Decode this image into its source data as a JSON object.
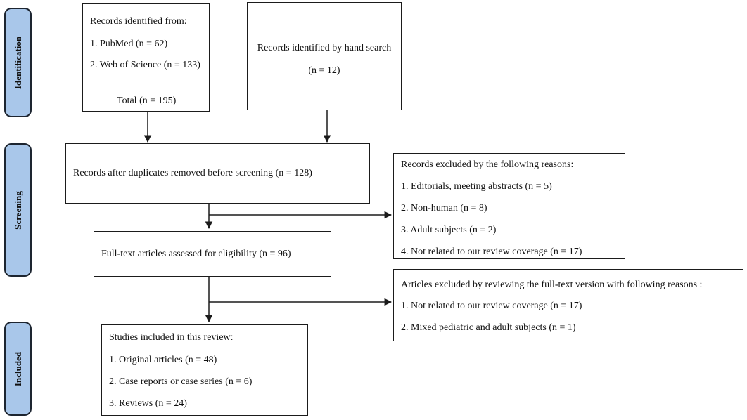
{
  "phases": {
    "identification": "Identification",
    "screening": "Screening",
    "included": "Included"
  },
  "boxes": {
    "databases": {
      "title": "Records identified from:",
      "item1": "1. PubMed (n = 62)",
      "item2": "2. Web of Science (n = 133)",
      "total": "Total (n = 195)"
    },
    "hand_search": {
      "title": "Records identified by hand search",
      "count": "(n = 12)"
    },
    "after_duplicates": {
      "text": "Records after duplicates removed before screening (n = 128)"
    },
    "excluded_screening": {
      "title": "Records excluded by the following reasons:",
      "item1": "1. Editorials, meeting abstracts (n = 5)",
      "item2": "2. Non-human (n = 8)",
      "item3": "3. Adult subjects (n = 2)",
      "item4": "4. Not related to our review coverage (n = 17)"
    },
    "full_text": {
      "text": "Full-text articles assessed for eligibility (n = 96)"
    },
    "excluded_full_text": {
      "title": "Articles excluded by reviewing the full-text version with following reasons :",
      "item1": "1. Not related to our review coverage (n = 17)",
      "item2": "2. Mixed pediatric and adult subjects (n = 1)"
    },
    "included": {
      "title": "Studies included in this review:",
      "item1": "1. Original articles (n = 48)",
      "item2": "2. Case reports or case series (n = 6)",
      "item3": "3. Reviews (n = 24)"
    }
  },
  "colors": {
    "phase_fill": "#a9c7ea",
    "phase_border": "#1d2530",
    "box_border": "#1b1b1b",
    "arrow": "#1b1b1b"
  }
}
